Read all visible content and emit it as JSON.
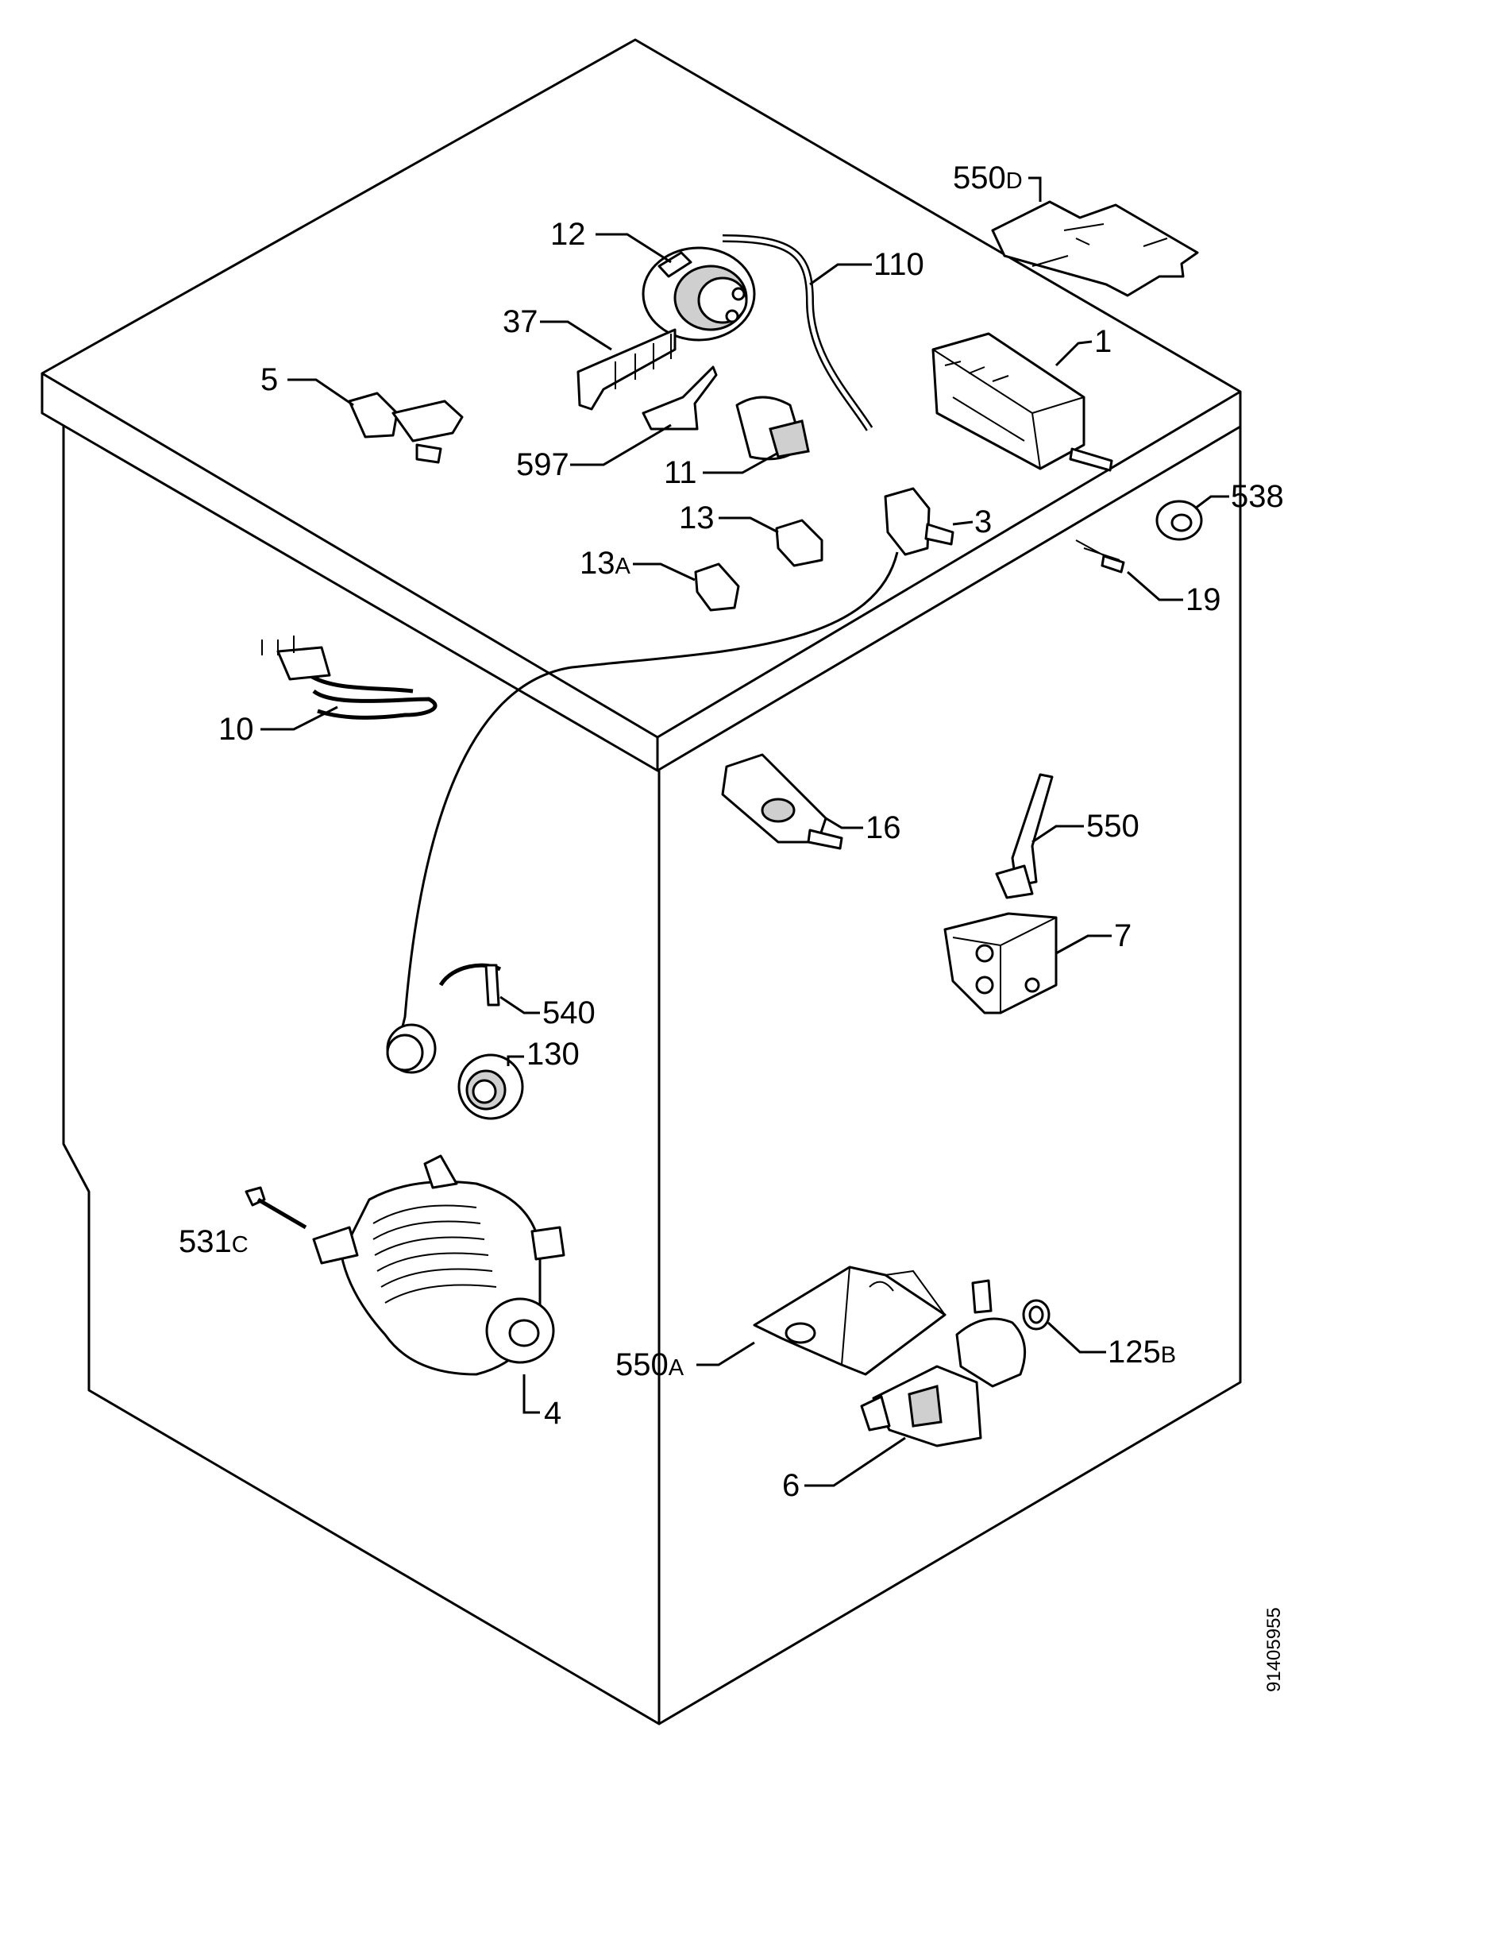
{
  "diagram": {
    "reference": "91405955",
    "labels": {
      "p550d": {
        "num": "550",
        "suffix": "D"
      },
      "p12": {
        "num": "12",
        "suffix": ""
      },
      "p110": {
        "num": "110",
        "suffix": ""
      },
      "p37": {
        "num": "37",
        "suffix": ""
      },
      "p1": {
        "num": "1",
        "suffix": ""
      },
      "p5": {
        "num": "5",
        "suffix": ""
      },
      "p597": {
        "num": "597",
        "suffix": ""
      },
      "p11": {
        "num": "11",
        "suffix": ""
      },
      "p13": {
        "num": "13",
        "suffix": ""
      },
      "p3": {
        "num": "3",
        "suffix": ""
      },
      "p538": {
        "num": "538",
        "suffix": ""
      },
      "p13a": {
        "num": "13",
        "suffix": "A"
      },
      "p19": {
        "num": "19",
        "suffix": ""
      },
      "p10": {
        "num": "10",
        "suffix": ""
      },
      "p16": {
        "num": "16",
        "suffix": ""
      },
      "p550": {
        "num": "550",
        "suffix": ""
      },
      "p7": {
        "num": "7",
        "suffix": ""
      },
      "p540": {
        "num": "540",
        "suffix": ""
      },
      "p130": {
        "num": "130",
        "suffix": ""
      },
      "p531c": {
        "num": "531",
        "suffix": "C"
      },
      "p125b": {
        "num": "125",
        "suffix": "B"
      },
      "p550a": {
        "num": "550",
        "suffix": "A"
      },
      "p4": {
        "num": "4",
        "suffix": ""
      },
      "p6": {
        "num": "6",
        "suffix": ""
      }
    }
  }
}
